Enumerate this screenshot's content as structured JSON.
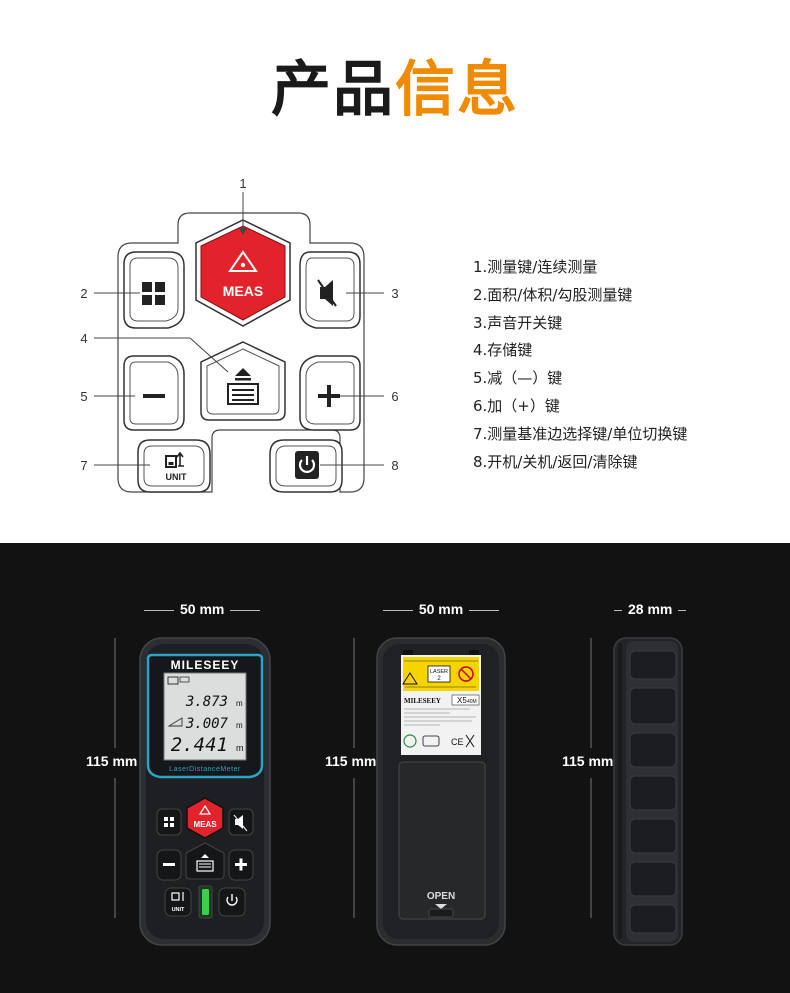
{
  "header": {
    "title_part1": "产品",
    "title_part2": "信息"
  },
  "keypad": {
    "callouts": [
      "1",
      "2",
      "3",
      "4",
      "5",
      "6",
      "7",
      "8"
    ],
    "meas_label": "MEAS",
    "unit_label": "UNIT"
  },
  "legend": [
    "1.测量键/连续测量",
    "2.面积/体积/勾股测量键",
    "3.声音开关键",
    "4.存储键",
    "5.减（—）键",
    "6.加（+）键",
    "7.测量基准边选择键/单位切换键",
    "8.开机/关机/返回/清除键"
  ],
  "dimensions": {
    "front_width": "50 mm",
    "back_width": "50 mm",
    "side_width": "28 mm",
    "front_height": "115 mm",
    "back_height": "115 mm",
    "side_height": "115 mm"
  },
  "device": {
    "brand": "MILESEEY",
    "subtitle": "LaserDistanceMeter",
    "screen_values": [
      "3.873",
      "3.007",
      "2.441"
    ],
    "screen_unit": "m",
    "meas_label": "MEAS",
    "unit_label": "UNIT",
    "back_model": "X5",
    "back_range": "40M",
    "back_brand": "MILESEEY",
    "laser_label": "LASER",
    "laser_class": "2",
    "open_label": "OPEN"
  },
  "colors": {
    "accent_orange": "#f08a00",
    "meas_red": "#e3232b",
    "device_teal": "#2aa3c7",
    "background_dark": "#121212"
  }
}
